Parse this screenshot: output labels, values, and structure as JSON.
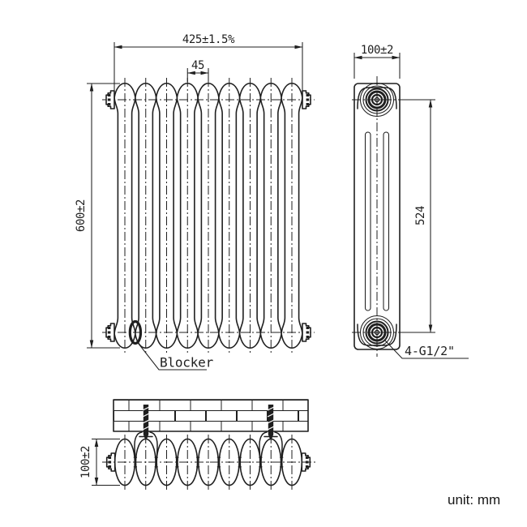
{
  "drawing": {
    "colors": {
      "line": "#1f1f1f",
      "background": "#ffffff"
    },
    "front_view": {
      "overall_width_dim": "425±1.5%",
      "section_pitch_dim": "45",
      "overall_height_dim": "600±2",
      "blocker_label": "Blocker",
      "sections_count": 9
    },
    "side_view": {
      "depth_dim": "100±2",
      "tapping_centres_dim": "524",
      "connections_label": "4-G1/2\""
    },
    "installation_view": {
      "depth_dim": "100±2"
    },
    "footer": {
      "unit_note": "unit: mm"
    }
  }
}
